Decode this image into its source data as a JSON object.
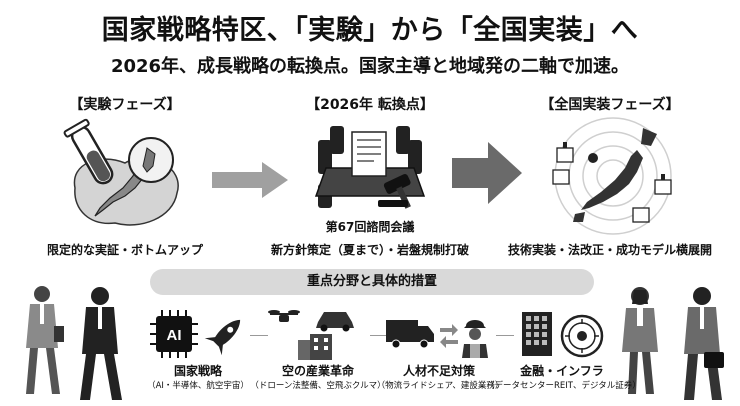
{
  "header": {
    "title": "国家戦略特区、「実験」から「全国実装」へ",
    "subtitle": "2026年、成長戦略の転換点。国家主導と地域発の二軸で加速。"
  },
  "phases": [
    {
      "label": "【実験フェーズ】",
      "caption": "限定的な実証・ボトムアップ",
      "icon": "test-tube-japan-map-icon"
    },
    {
      "label": "【2026年 転換点】",
      "caption": "新方針策定（夏まで）・岩盤規制打破",
      "meeting": "第67回諮問会議",
      "icon": "meeting-table-gavel-icon"
    },
    {
      "label": "【全国実装フェーズ】",
      "caption": "技術実装・法改正・成功モデル横展開",
      "icon": "radar-japan-map-icon"
    }
  ],
  "banner": {
    "label": "重点分野と具体的措置"
  },
  "focus_areas": [
    {
      "name": "国家戦略",
      "detail": "（AI・半導体、航空宇宙）",
      "icon": "ai-chip-rocket-icon"
    },
    {
      "name": "空の産業革命",
      "detail": "（ドローン法整備、空飛ぶクルマ）",
      "icon": "drone-car-building-icon"
    },
    {
      "name": "人材不足対策",
      "detail": "（物流ライドシェア、建設業務）",
      "icon": "truck-worker-icon"
    },
    {
      "name": "金融・インフラ",
      "detail": "（データセンターREIT、デジタル証券）",
      "icon": "building-coin-icon"
    }
  ],
  "colors": {
    "ink": "#111111",
    "gray": "#9a9a9a",
    "banner": "#d9d9d9",
    "light": "#e6e6e6"
  }
}
